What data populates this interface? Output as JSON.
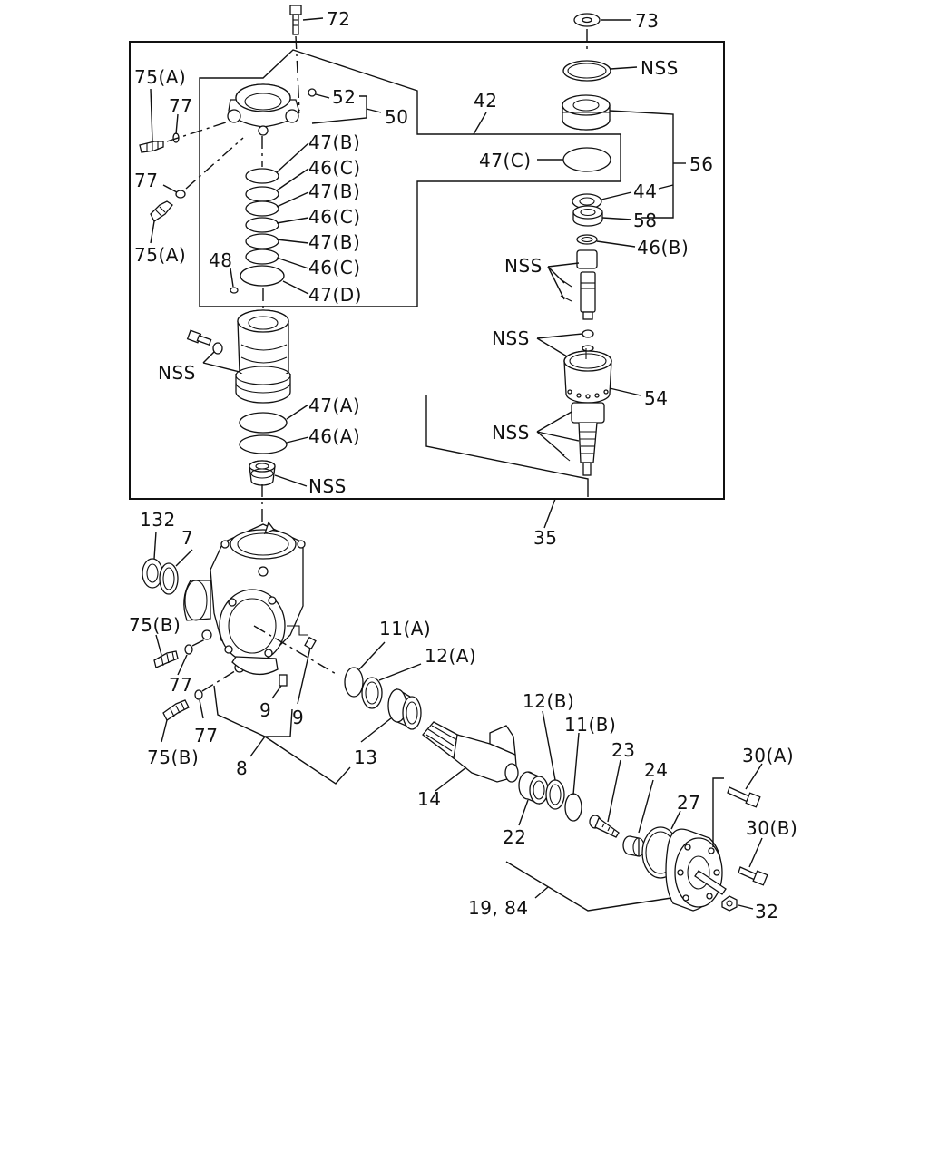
{
  "labels": {
    "l72": "72",
    "l73": "73",
    "l75a_1": "75(A)",
    "l75a_2": "75(A)",
    "l77_1": "77",
    "l77_2": "77",
    "l52": "52",
    "l50": "50",
    "l42": "42",
    "lnss_top": "NSS",
    "l56": "56",
    "l47b_1": "47(B)",
    "l46c_1": "46(C)",
    "l47b_2": "47(B)",
    "l46c_2": "46(C)",
    "l47b_3": "47(B)",
    "l46c_3": "46(C)",
    "l47d": "47(D)",
    "l47c": "47(C)",
    "l44": "44",
    "l58": "58",
    "l46b": "46(B)",
    "l48": "48",
    "lnss_1": "NSS",
    "lnss_2": "NSS",
    "lnss_3": "NSS",
    "l54": "54",
    "lnss_4": "NSS",
    "l47a": "47(A)",
    "l46a": "46(A)",
    "lnss_5": "NSS",
    "l35": "35",
    "l132": "132",
    "l7": "7",
    "l75b_1": "75(B)",
    "l75b_2": "75(B)",
    "l77_3": "77",
    "l77_4": "77",
    "l11a": "11(A)",
    "l12a": "12(A)",
    "l9_1": "9",
    "l9_2": "9",
    "l8": "8",
    "l13": "13",
    "l14": "14",
    "l12b": "12(B)",
    "l11b": "11(B)",
    "l23": "23",
    "l24": "24",
    "l27": "27",
    "l22": "22",
    "l30a": "30(A)",
    "l30b": "30(B)",
    "l32": "32",
    "l19_84": "19, 84"
  }
}
